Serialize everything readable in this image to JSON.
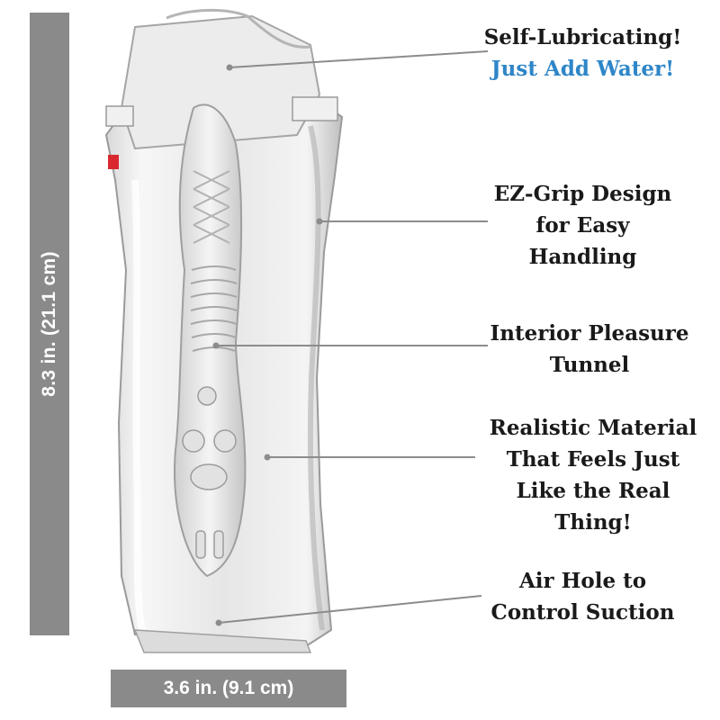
{
  "dimensions": {
    "height_label": "8.3 in. (21.1 cm)",
    "width_label": "3.6 in. (9.1 cm)"
  },
  "callouts": [
    {
      "lines": [
        "Self-Lubricating!"
      ],
      "accent_line": "Just Add Water!"
    },
    {
      "lines": [
        "EZ-Grip Design",
        "for Easy",
        "Handling"
      ]
    },
    {
      "lines": [
        "Interior Pleasure",
        "Tunnel"
      ]
    },
    {
      "lines": [
        "Realistic Material",
        "That Feels Just",
        "Like the Real Thing!"
      ]
    },
    {
      "lines": [
        "Air Hole to",
        "Control Suction"
      ]
    }
  ],
  "colors": {
    "dimension_bar": "#8a8a8a",
    "accent_text": "#2e86c8",
    "callout_text": "#1a1a1a",
    "leader_line": "#8c8c8c"
  }
}
